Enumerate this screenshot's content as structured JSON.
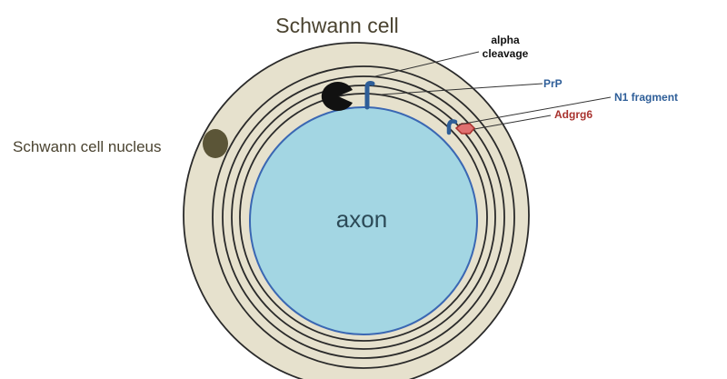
{
  "labels": {
    "schwann_cell": "Schwann cell",
    "schwann_cell_nucleus": "Schwann cell nucleus",
    "alpha_cleavage_line1": "alpha",
    "alpha_cleavage_line2": "cleavage",
    "prp": "PrP",
    "n1_fragment": "N1 fragment",
    "adgrg6": "Adgrg6",
    "axon": "axon"
  },
  "colors": {
    "cytoplasm": "#e6e1cd",
    "membrane": "#2a2a2a",
    "axon_fill": "#a3d6e3",
    "axon_border": "#3a67b3",
    "nucleus": "#5b5537",
    "text_dark": "#4a4330",
    "prp_blue": "#2e5e98",
    "adgrg6_red": "#a8322e",
    "enzyme": "#111111"
  }
}
